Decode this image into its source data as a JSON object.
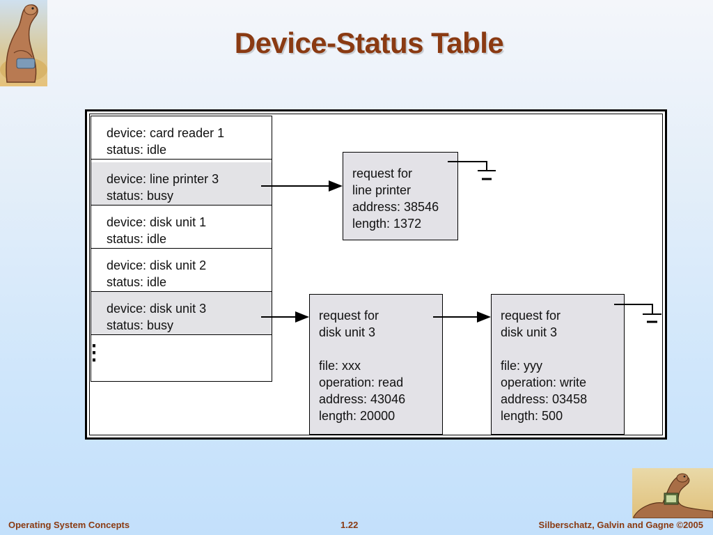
{
  "title": "Device-Status Table",
  "device_table": [
    {
      "device": "device: card reader 1",
      "status": "status: idle",
      "busy": false
    },
    {
      "device": "device: line printer 3",
      "status": "status: busy",
      "busy": true
    },
    {
      "device": "device: disk unit 1",
      "status": "status: idle",
      "busy": false
    },
    {
      "device": "device: disk unit 2",
      "status": "status: idle",
      "busy": false
    },
    {
      "device": "device: disk unit 3",
      "status": "status: busy",
      "busy": true
    }
  ],
  "ellipsis": "⋮",
  "requests": {
    "printer": {
      "line1": "request for",
      "line2": "line printer",
      "address": "address: 38546",
      "length": "length: 1372"
    },
    "disk_a": {
      "line1": "request for",
      "line2": "disk unit 3",
      "file": "file: xxx",
      "operation": "operation: read",
      "address": "address: 43046",
      "length": "length: 20000"
    },
    "disk_b": {
      "line1": "request for",
      "line2": "disk unit 3",
      "file": "file: yyy",
      "operation": "operation: write",
      "address": "address: 03458",
      "length": "length: 500"
    }
  },
  "footer": {
    "left": "Operating System Concepts",
    "center": "1.22",
    "right": "Silberschatz, Galvin and Gagne ©2005"
  }
}
